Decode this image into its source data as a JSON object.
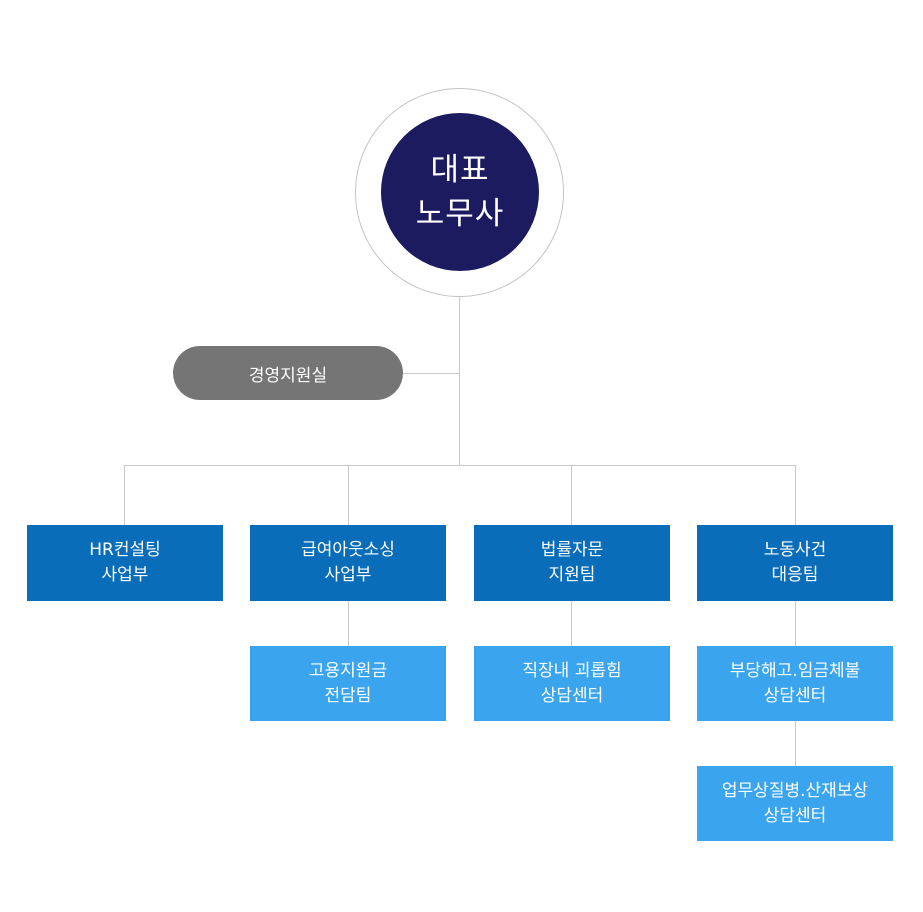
{
  "colors": {
    "ceo": "#1d1b5f",
    "support": "#757575",
    "department": "#0a6db9",
    "center": "#3aa5ee",
    "connector": "#c8c8c8"
  },
  "ceo": {
    "label": "대표\n노무사"
  },
  "support_office": {
    "label": "경영지원실"
  },
  "departments": [
    {
      "label": "HR컨설팅\n사업부",
      "centers": []
    },
    {
      "label": "급여아웃소싱\n사업부",
      "centers": [
        {
          "label": "고용지원금\n전담팀"
        }
      ]
    },
    {
      "label": "법률자문\n지원팀",
      "centers": [
        {
          "label": "직장내 괴롭힘\n상담센터"
        }
      ]
    },
    {
      "label": "노동사건\n대응팀",
      "centers": [
        {
          "label": "부당해고.임금체불\n상담센터"
        },
        {
          "label": "업무상질병.산재보상\n상담센터"
        }
      ]
    }
  ]
}
